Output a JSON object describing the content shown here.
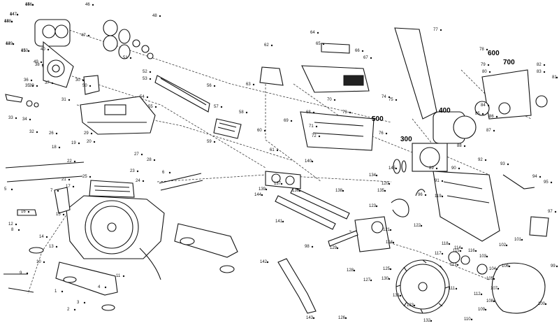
{
  "diagram": {
    "assembly_labels": [
      "300",
      "400",
      "500",
      "600",
      "700"
    ],
    "part_labels": [
      "45",
      "44",
      "43",
      "42",
      "41",
      "40",
      "39",
      "38",
      "37",
      "36",
      "35",
      "34",
      "33",
      "32",
      "31",
      "30",
      "29",
      "28",
      "27",
      "26",
      "25",
      "24",
      "23",
      "22",
      "21",
      "20",
      "19",
      "18",
      "17",
      "16",
      "15",
      "14",
      "13",
      "12",
      "11",
      "10",
      "9",
      "8",
      "7",
      "6",
      "5",
      "4",
      "3",
      "2",
      "1",
      "46",
      "47",
      "48",
      "49",
      "50",
      "51",
      "52",
      "53",
      "54",
      "55",
      "56",
      "57",
      "58",
      "59",
      "60",
      "61",
      "62",
      "63",
      "64",
      "65",
      "66",
      "67",
      "68",
      "69",
      "70",
      "71",
      "72",
      "73",
      "74",
      "75",
      "76",
      "77",
      "78",
      "79",
      "80",
      "81",
      "82",
      "83",
      "84",
      "85",
      "86",
      "87",
      "88",
      "89",
      "90",
      "91",
      "92",
      "93",
      "94",
      "95",
      "96",
      "97",
      "98",
      "99",
      "100",
      "101",
      "102",
      "103",
      "104",
      "105",
      "106",
      "107",
      "108",
      "109",
      "110",
      "111",
      "112",
      "113",
      "114",
      "115",
      "116",
      "117",
      "118",
      "119",
      "120",
      "121",
      "122",
      "123",
      "124",
      "125",
      "126",
      "127",
      "128",
      "129",
      "130",
      "131",
      "132",
      "133",
      "134",
      "135",
      "136",
      "137",
      "138",
      "139",
      "140",
      "141",
      "142",
      "143",
      "144",
      "145",
      "146",
      "147",
      "148",
      "149",
      "150"
    ]
  }
}
